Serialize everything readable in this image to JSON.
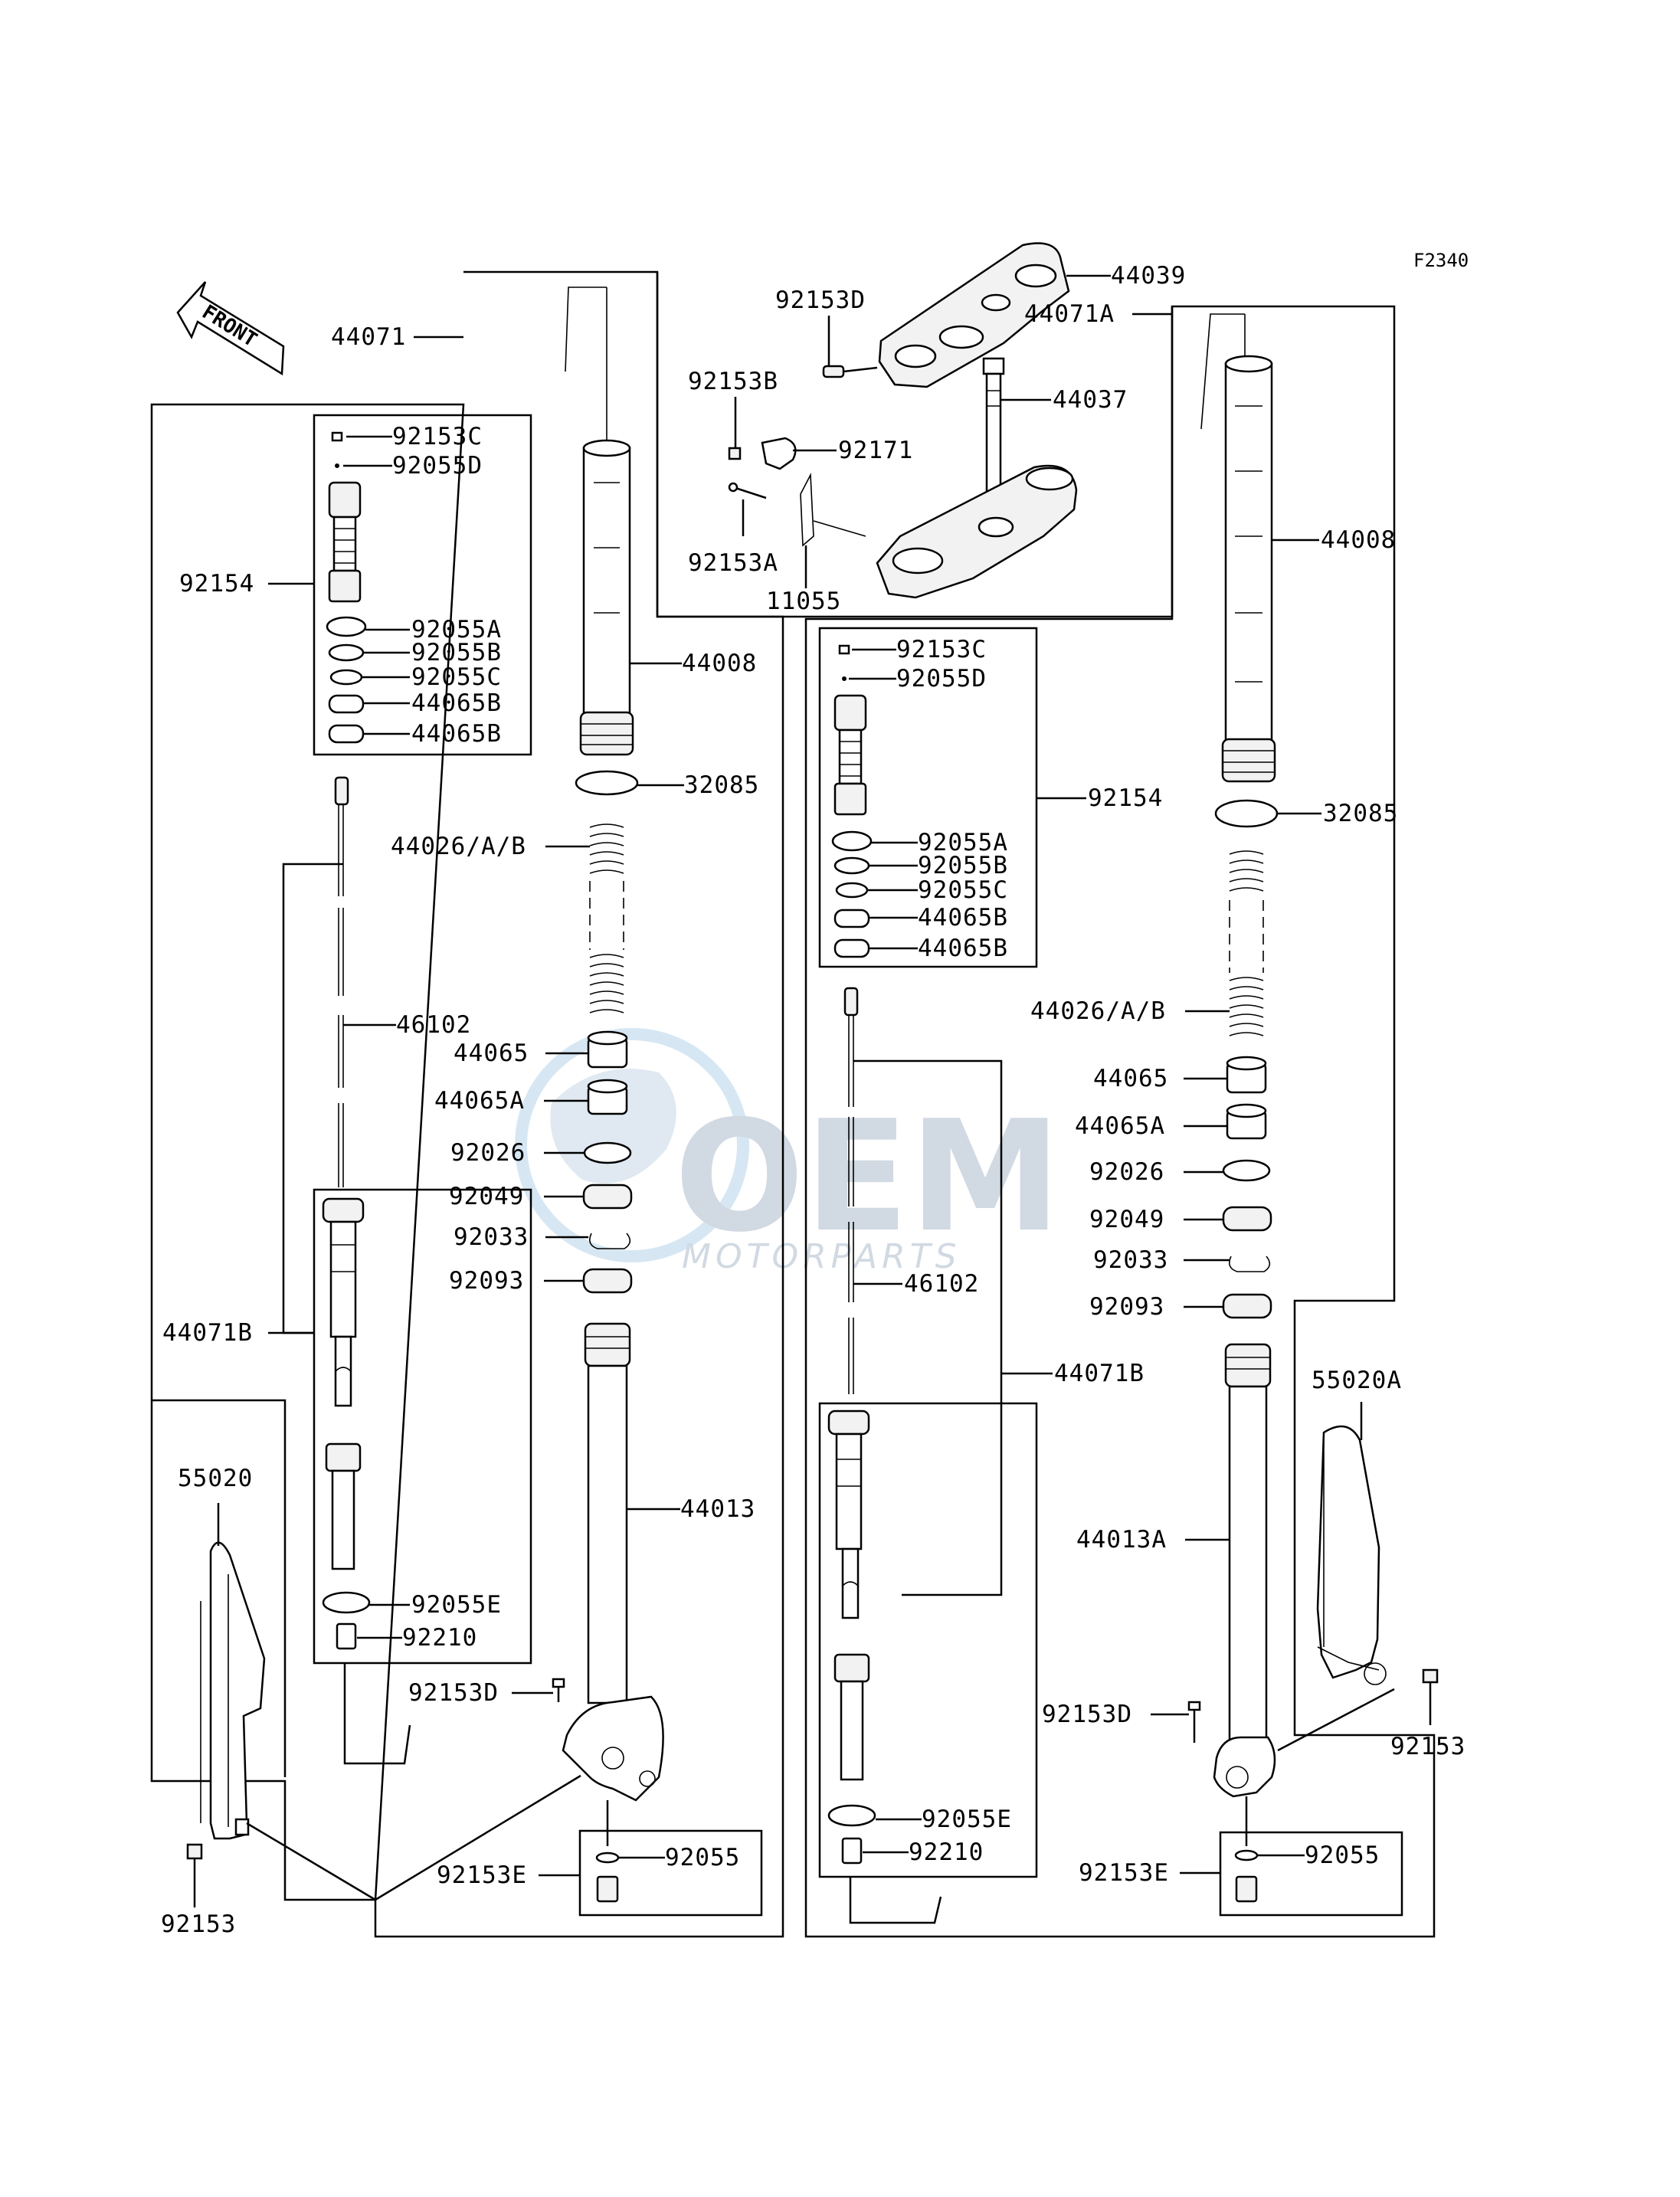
{
  "diagram_code": "F2340",
  "front_label": "FRONT",
  "watermark": {
    "brand": "OEM",
    "sub": "MOTORPARTS"
  },
  "left_fork": {
    "outer_tube": "44071",
    "tube": "44008",
    "seal": "32085",
    "spring": "44026/A/B",
    "cap_bolt": "92154",
    "cap_parts": [
      "92153C",
      "92055D",
      "92055A",
      "92055B",
      "92055C",
      "44065B",
      "44065B"
    ],
    "rod": "46102",
    "bushing": "44065",
    "bushing_a": "44065A",
    "washer": "92026",
    "oil_seal": "92049",
    "clip": "92033",
    "dust_seal": "92093",
    "cartridge": "44071B",
    "lower_tube": "44013",
    "cartridge_parts": [
      "92055E",
      "92210"
    ],
    "bolt_d": "92153D",
    "guard": "55020",
    "guard_bolt": "92153",
    "drain_bolt": "92153E",
    "drain_washer": "92055"
  },
  "top": {
    "upper_bracket": "44039",
    "bolt_d": "92153D",
    "bolt_b": "92153B",
    "clamp": "92171",
    "bolt_a": "92153A",
    "stem": "44037",
    "bracket": "11055"
  },
  "right_fork": {
    "outer_tube": "44071A",
    "tube": "44008",
    "seal": "32085",
    "spring": "44026/A/B",
    "cap_bolt": "92154",
    "cap_parts": [
      "92153C",
      "92055D",
      "92055A",
      "92055B",
      "92055C",
      "44065B",
      "44065B"
    ],
    "rod": "46102",
    "bushing": "44065",
    "bushing_a": "44065A",
    "washer": "92026",
    "oil_seal": "92049",
    "clip": "92033",
    "dust_seal": "92093",
    "cartridge": "44071B",
    "lower_tube": "44013A",
    "cartridge_parts": [
      "92055E",
      "92210"
    ],
    "bolt_d": "92153D",
    "guard": "55020A",
    "guard_bolt": "92153",
    "drain_bolt": "92153E",
    "drain_washer": "92055"
  }
}
